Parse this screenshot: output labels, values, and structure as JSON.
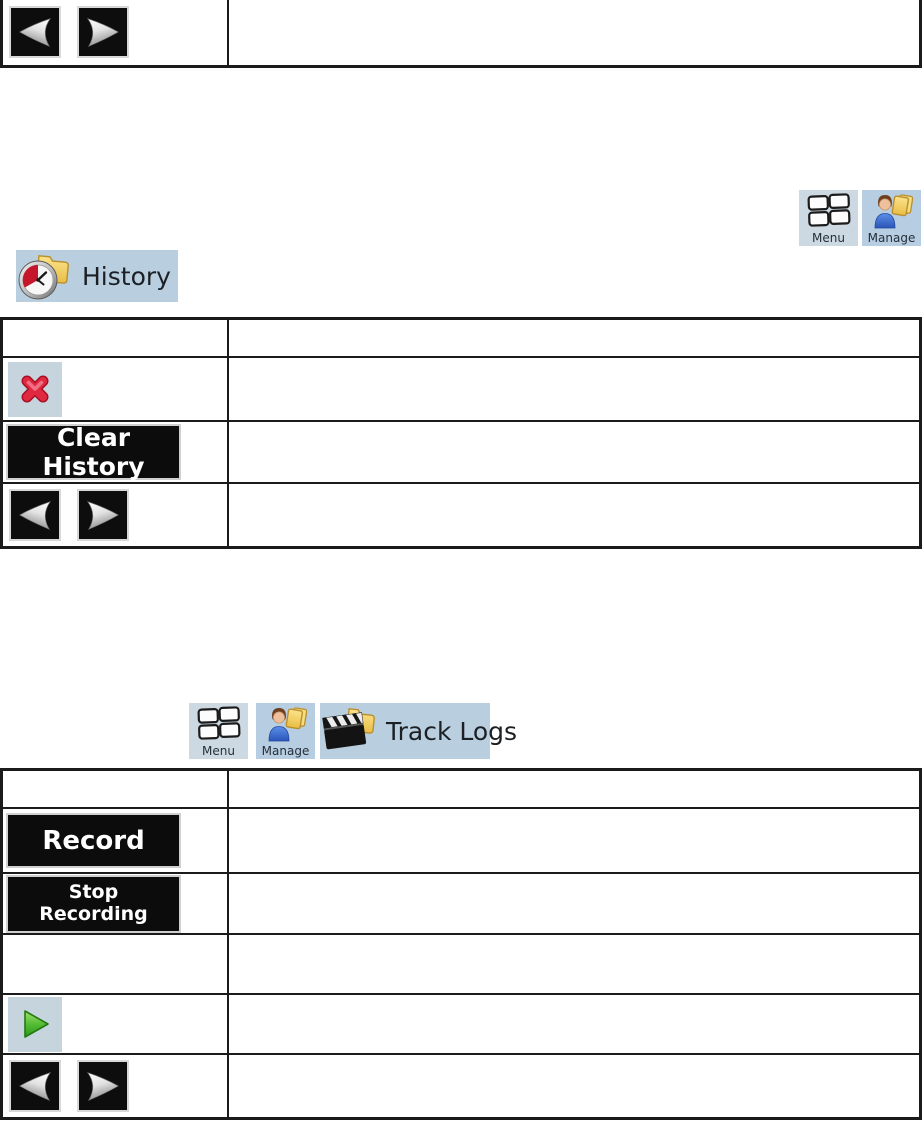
{
  "labels": {
    "menu": "Menu",
    "manage": "Manage",
    "history": "History",
    "track_logs": "Track Logs",
    "clear_history": "Clear History",
    "record": "Record",
    "stop_line1": "Stop",
    "stop_line2": "Recording"
  },
  "icons": {
    "pager_left": "arrow-left-icon",
    "pager_right": "arrow-right-icon",
    "menu": "menu-grid-icon",
    "manage": "user-folders-icon",
    "history": "clock-folder-icon",
    "track_logs": "clapperboard-folder-icon",
    "delete": "red-x-icon",
    "play": "green-play-icon"
  },
  "colors": {
    "button_black": "#0c0c0c",
    "table_border": "#1b1b1b",
    "tile_blue": "#c6d4de",
    "panel_blue": "#b9cfe0",
    "menu_tile_blue": "#ccd8e2",
    "manage_tile_blue": "#b7cde1",
    "red_x": "#d81f33",
    "green_play": "#2fa21b",
    "folder_yellow": "#f2ce62"
  },
  "tables": {
    "top_partial": {
      "rows": [
        {
          "left": "pager-arrows",
          "right": ""
        }
      ]
    },
    "history": {
      "rows": [
        {
          "left": "",
          "right": ""
        },
        {
          "left": "red-x-icon",
          "right": ""
        },
        {
          "left": "Clear History",
          "right": ""
        },
        {
          "left": "pager-arrows",
          "right": ""
        }
      ]
    },
    "track_logs": {
      "rows": [
        {
          "left": "",
          "right": ""
        },
        {
          "left": "Record",
          "right": ""
        },
        {
          "left": "Stop Recording",
          "right": ""
        },
        {
          "left": "",
          "right": ""
        },
        {
          "left": "green-play-icon",
          "right": ""
        },
        {
          "left": "pager-arrows",
          "right": ""
        }
      ]
    }
  }
}
